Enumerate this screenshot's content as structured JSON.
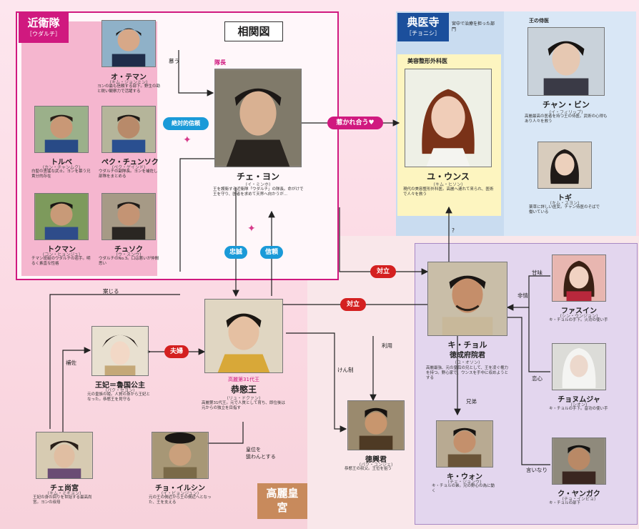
{
  "title": "相関図",
  "regions": {
    "guard": {
      "name": "近衛隊",
      "reading": "［ウダルチ］"
    },
    "clinic": {
      "name": "典医寺",
      "reading": "［チョニシ］",
      "note": "宮中で治療を担った部門"
    },
    "palace": {
      "name": "高麗皇宮"
    }
  },
  "badges": {
    "captain": "隊長",
    "surgeon": "美容整形外科医",
    "royal": "王の侍医"
  },
  "people": {
    "ohteman": {
      "name": "オ・テマン",
      "sub": "(キム・ジョンミン)",
      "desc": "ヨンの最も信頼する部下。野生の勘と鋭い観察力で活躍する"
    },
    "torube": {
      "name": "トルベ",
      "sub": "(カン・チャンムク)",
      "desc": "白髪の勇猛な武士。ヨンを慕う兄貴分的存在"
    },
    "pekujun": {
      "name": "ペク・チュンソク",
      "sub": "(ペク・ゲインド)",
      "desc": "ウダルチの副隊長。ヨンを補佐し部隊をまとめる"
    },
    "tokuman": {
      "name": "トクマン",
      "sub": "(コン・ヒョンジュ)",
      "desc": "チマン班組のウダルチの若手。明るく素直な性格"
    },
    "chuso": {
      "name": "チュソク",
      "sub": "(ウ・スンウ)",
      "desc": "ウダルチのNo.3。口は悪いが仲間思い"
    },
    "cheyon": {
      "name": "チェ・ヨン",
      "sub": "(イ・ミンホ)",
      "desc": "王を護衛する近衛隊「ウダルチ」の隊長。命がけで王を守り、医者を求めて天界へ向かうが..."
    },
    "yuunsu": {
      "name": "ユ・ウンス",
      "sub": "(キム・ヒソン)",
      "desc": "現代の美容整形外科医。高麗へ連れて来られ、医術で人々を救う"
    },
    "janbin": {
      "name": "チャン・ビン",
      "sub": "(イ・フィリップ)",
      "desc": "高麗最高の医者を持つ王の侍医。武術の心得もあり人々を救う"
    },
    "tegi": {
      "name": "トギ",
      "sub": "(キム・スヨン)",
      "desc": "薬草に詳しい医女。チャン侍医のそばで働いている"
    },
    "gichol": {
      "name": "キ・チョル",
      "title": "徳成府院君",
      "sub": "(ユ・オソン)",
      "desc": "高麗最強、元の皇后の兄として、王を凌ぐ権力を持つ。野心家で、ウンスを手中に収めようとする"
    },
    "fasuin": {
      "name": "ファスイン",
      "sub": "(シン・ウンジョン)",
      "desc": "キ・チョルの手下。火功の使い手"
    },
    "chomuja": {
      "name": "チョヌムジャ",
      "sub": "(シオン)",
      "desc": "キ・チョルの手下。音功の使い手"
    },
    "kiwon": {
      "name": "キ・ウォン",
      "sub": "(チェ・ジョンウ)",
      "desc": "キ・チョルの弟。兄の野心の為に動く"
    },
    "kuyangu": {
      "name": "ク・ヤンガク",
      "sub": "(チョ・インピョ)",
      "desc": "キ・チョルの部下"
    },
    "queen": {
      "name": "王妃＝魯国公主",
      "sub": "(パク・セヨン)",
      "desc": "元の皇族の姫。人質の身から王妃となった。恭愍王を見守る"
    },
    "king": {
      "name": "恭愍王",
      "title": "高麗第31代王",
      "sub": "(リュ・ドクァン)",
      "desc": "高麗第31代王。元で人質として育ち、即位後は元からの独立を目指す"
    },
    "tokhungun": {
      "name": "徳興君",
      "sub": "(パク・ユンジェ)",
      "desc": "恭愍王の叔父。王位を狙う"
    },
    "chesangun": {
      "name": "チェ尚宮",
      "sub": "(キム・ミギョン)",
      "desc": "王妃の身の回りを世話する最高尚宮。ヨンの叔母"
    },
    "joilsin": {
      "name": "チョ・イルシン",
      "sub": "(イ・ビョンジュン)",
      "desc": "元の王の側近から王の側近へとなった、王を支える"
    }
  },
  "relations": {
    "mutual_love": "惹かれ合う♥",
    "absolute_trust": "絶対的信頼",
    "loyalty": "忠誠",
    "trust": "信頼",
    "couple": "夫婦",
    "conflict1": "対立",
    "conflict2": "対立",
    "follows": "慕う",
    "closes": "案じる",
    "protects": "補佐",
    "uses": "利用",
    "brothers": "兄弟",
    "check": "けん制",
    "question": "?",
    "tempt": "甘味",
    "cruel": "非情",
    "obey": "言いなり",
    "mentor": "恋心",
    "plot": "皇位を\n狙わんとする"
  },
  "colors": {
    "accent": "#d0197f",
    "blue": "#1a9ad8",
    "red": "#d42020",
    "purple": "#a888c4"
  }
}
